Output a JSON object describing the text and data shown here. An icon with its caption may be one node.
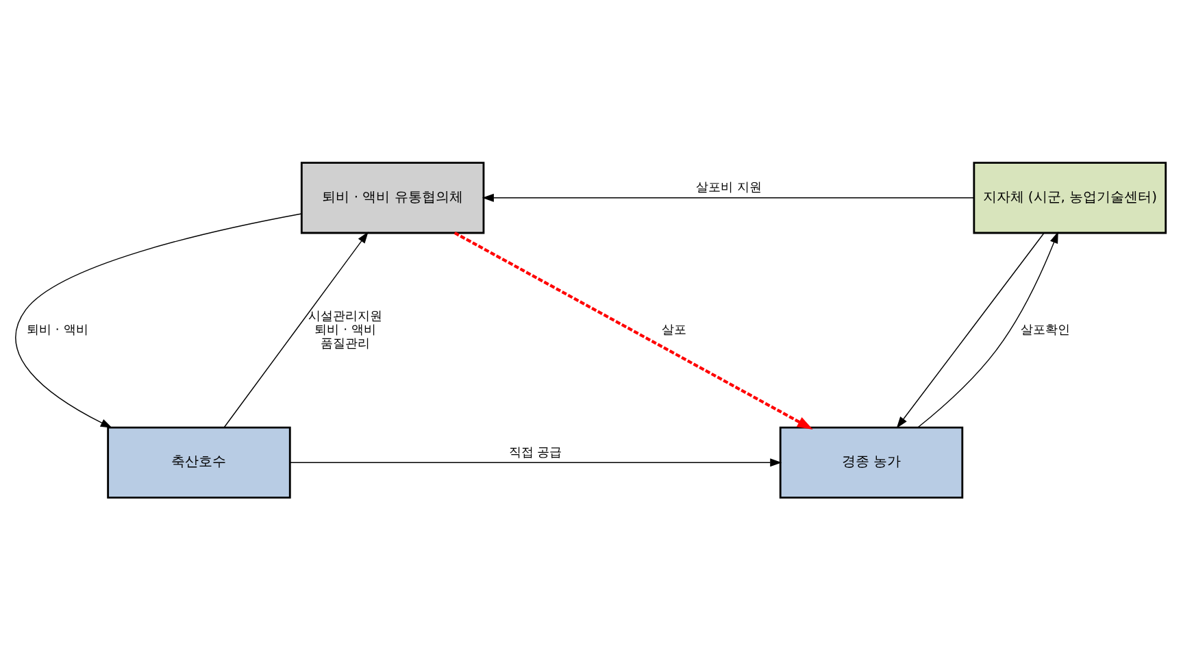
{
  "diagram": {
    "nodes": [
      {
        "text": [
          "퇴비 · 액비 유통협의체"
        ]
      },
      {
        "text": [
          "지자체 (시군, 농업기술센터)"
        ]
      },
      {
        "text": [
          "축산호수"
        ]
      },
      {
        "text": [
          "경종 농가"
        ]
      }
    ],
    "edges": [
      {
        "from": 1,
        "to": 0,
        "arrow": "to",
        "label": "살포비 지원"
      },
      {
        "from": 0,
        "to": 2,
        "arrow": "to",
        "label": "퇴비 · 액비"
      },
      {
        "from": 2,
        "to": 0,
        "arrow": "to",
        "label": "시설관리지원 퇴비 · 액비 품질관리"
      },
      {
        "from": 0,
        "to": 3,
        "arrow": "to",
        "label": "살포",
        "style": "dashed",
        "color": "#ff0000"
      },
      {
        "from": 1,
        "to": 3,
        "arrow": "to"
      },
      {
        "from": 3,
        "to": 1,
        "arrow": "to",
        "label": "살포확인"
      },
      {
        "from": 2,
        "to": 3,
        "arrow": "to",
        "label": "직접 공급"
      }
    ]
  }
}
